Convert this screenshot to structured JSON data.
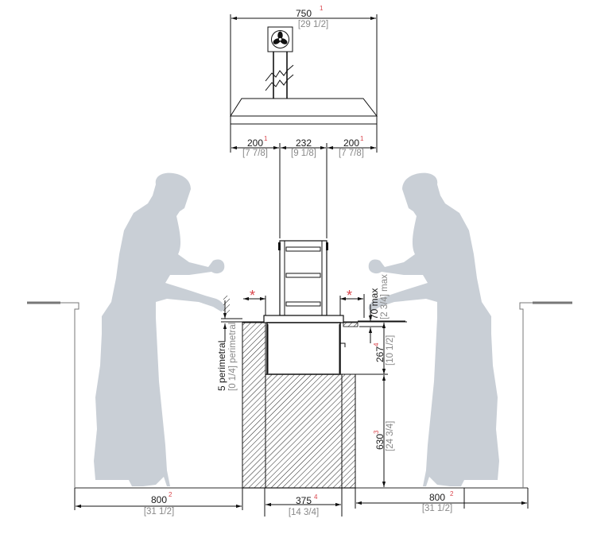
{
  "diagram": {
    "title": "Downdraft / extraction unit installation elevation",
    "units_primary": "mm",
    "units_secondary": "in",
    "colors": {
      "line": "#111111",
      "secondary_text": "#888888",
      "note_marker": "#d9434a",
      "silhouette": "#c9cfd6"
    },
    "hood": {
      "width": {
        "value": "750",
        "note": "1",
        "imperial": "[29 1/2]"
      },
      "segments": [
        {
          "value": "200",
          "note": "1",
          "imperial": "[7 7/8]"
        },
        {
          "value": "232",
          "note": "",
          "imperial": "[9 1/8]"
        },
        {
          "value": "200",
          "note": "1",
          "imperial": "[7 7/8]"
        }
      ],
      "fan_icon": "fan-icon"
    },
    "clearance_markers": [
      "*",
      "*"
    ],
    "dimensions": {
      "top_clearance": {
        "value": "70 max",
        "imperial": "[2 3/4] max"
      },
      "perimetral": {
        "value": "5 perimetral",
        "imperial": "[0 1/4] perimetral"
      },
      "unit_height": {
        "value": "267",
        "note": "4",
        "imperial": "[10 1/2]"
      },
      "counter_height": {
        "value": "630",
        "note": "3",
        "imperial": "[24 3/4]"
      },
      "left_clearance": {
        "value": "800",
        "note": "2",
        "imperial": "[31 1/2]"
      },
      "unit_width": {
        "value": "375",
        "note": "4",
        "imperial": "[14 3/4]"
      },
      "right_clearance": {
        "value": "800",
        "note": "2",
        "imperial": "[31 1/2]"
      }
    },
    "figures": [
      "person-left",
      "person-right"
    ]
  }
}
